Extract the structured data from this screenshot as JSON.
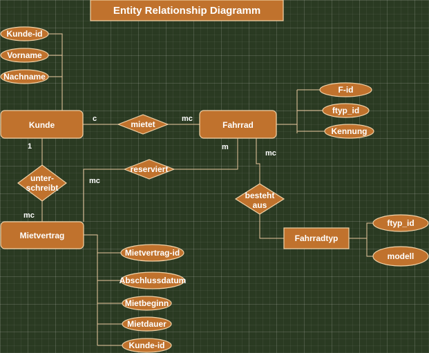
{
  "title": "Entity Relationship Diagramm",
  "entities": {
    "kunde": "Kunde",
    "fahrrad": "Fahrrad",
    "mietvertrag": "Mietvertrag",
    "fahrradtyp": "Fahrradtyp"
  },
  "relationships": {
    "mietet": [
      "mietet"
    ],
    "reserviert": [
      "reserviert"
    ],
    "unterschreibt": [
      "unter-",
      "schreibt"
    ],
    "besteht_aus": [
      "besteht",
      "aus"
    ]
  },
  "attributes": {
    "kunde": [
      "Kunde-id",
      "Vorname",
      "Nachname"
    ],
    "fahrrad": [
      "F-id",
      "ftyp_id",
      "Kennung"
    ],
    "mietvertrag": [
      "Mietvertrag-id",
      "Abschlussdatum",
      "Mietbeginn",
      "Mietdauer",
      "Kunde-id"
    ],
    "fahrradtyp": [
      "ftyp_id",
      "modell"
    ]
  },
  "cardinalities": {
    "mietet_kunde": "c",
    "mietet_fahrrad": "mc",
    "reserviert_fahrrad": "m",
    "reserviert_mietvertrag": "mc",
    "unterschreibt_kunde": "1",
    "unterschreibt_mietvertrag": "mc",
    "besteht_aus_fahrrad": "mc"
  }
}
